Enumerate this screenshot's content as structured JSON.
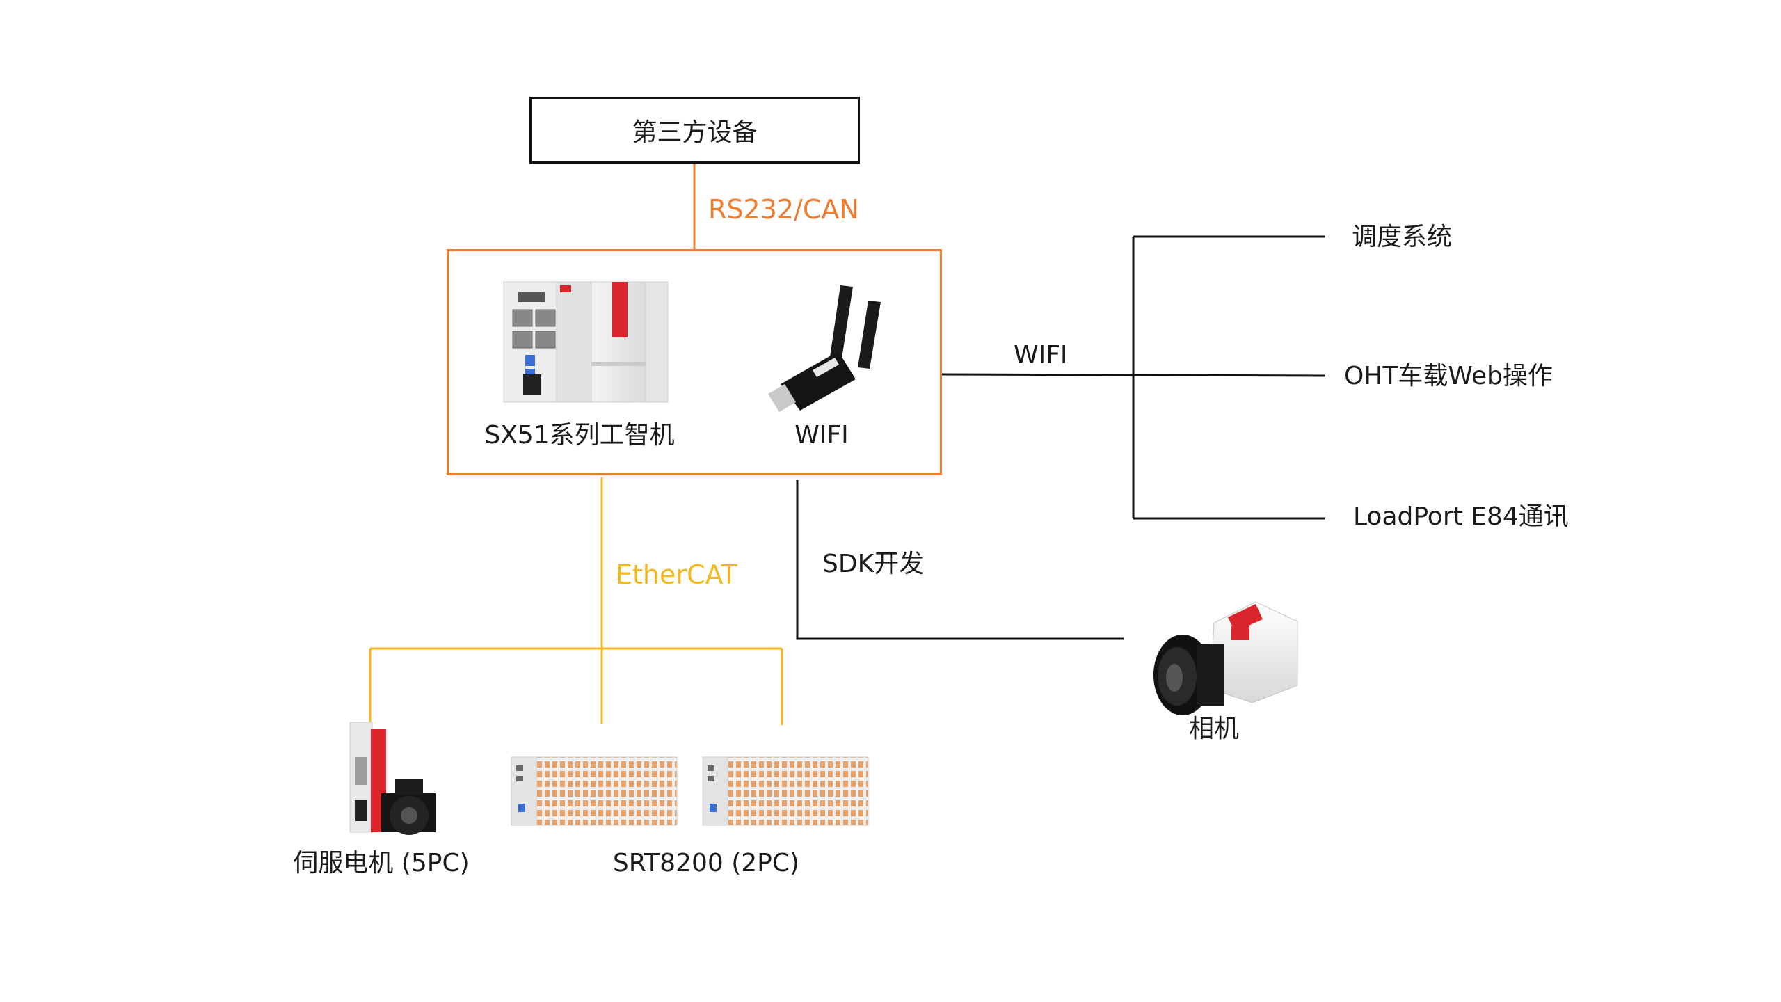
{
  "nodes": {
    "third_party": "第三方设备",
    "controller": "SX51系列工智机",
    "wifi_module": "WIFI",
    "dispatch": "调度系统",
    "oht_web": "OHT车载Web操作",
    "loadport": "LoadPort E84通讯",
    "camera": "相机",
    "servo": "伺服电机 (5PC)",
    "srt": "SRT8200 (2PC)"
  },
  "edges": {
    "rs232": "RS232/CAN",
    "wifi_link": "WIFI",
    "ethercat": "EtherCAT",
    "sdk": "SDK开发"
  },
  "colors": {
    "orange": "#ee7d31",
    "yellow": "#f2b81c",
    "black": "#111111",
    "brand_red": "#d9252b"
  }
}
